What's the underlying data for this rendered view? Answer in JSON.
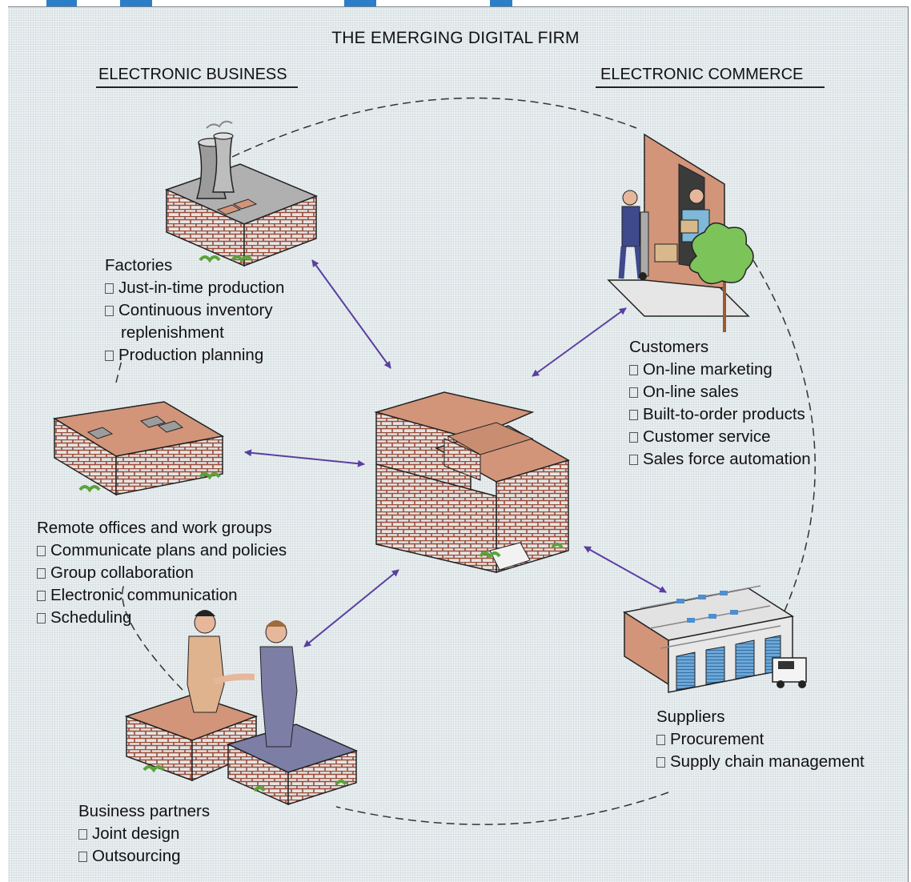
{
  "title": "THE EMERGING DIGITAL FIRM",
  "sections": {
    "left": "ELECTRONIC BUSINESS",
    "right": "ELECTRONIC COMMERCE"
  },
  "nodes": {
    "factories": {
      "name": "Factories",
      "items": [
        "Just-in-time production",
        "Continuous inventory",
        "replenishment",
        "Production planning"
      ]
    },
    "customers": {
      "name": "Customers",
      "items": [
        "On-line marketing",
        "On-line sales",
        "Built-to-order products",
        "Customer service",
        "Sales force automation"
      ]
    },
    "remote": {
      "name": "Remote offices and work groups",
      "items": [
        "Communicate plans and policies",
        "Group collaboration",
        "Electronic communication",
        "Scheduling"
      ]
    },
    "partners": {
      "name": "Business partners",
      "items": [
        "Joint design",
        "Outsourcing"
      ]
    },
    "suppliers": {
      "name": "Suppliers",
      "items": [
        "Procurement",
        "Supply chain management"
      ]
    }
  },
  "colors": {
    "arrow": "#5a3fa0",
    "brick": "#a2553f",
    "roof": "#d2957a",
    "banner": "#2a7fc8"
  },
  "icons": [
    "factory-icon",
    "customer-delivery-icon",
    "headquarters-icon",
    "remote-office-icon",
    "business-partners-icon",
    "supplier-warehouse-icon"
  ]
}
